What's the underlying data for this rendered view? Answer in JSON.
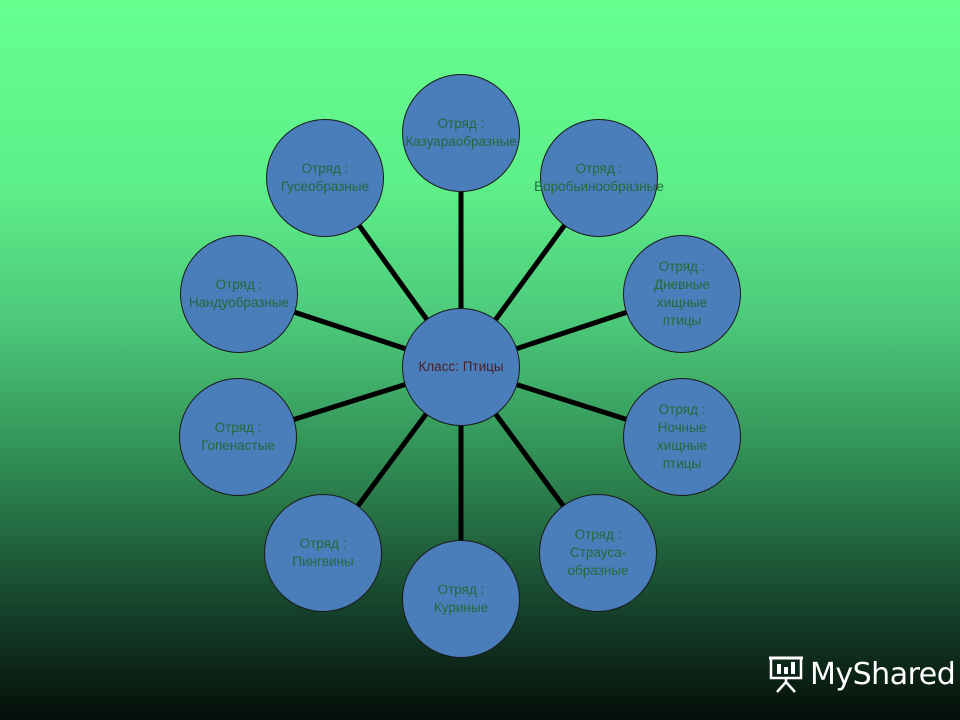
{
  "diagram": {
    "center": {
      "label": "Класс: Птицы"
    },
    "nodes": [
      {
        "label": "Отряд :\nКазуараобразные"
      },
      {
        "label": "Отряд :\nВоробьинообразные"
      },
      {
        "label": "Отряд :\nДневные\nхищные\nптицы"
      },
      {
        "label": "Отряд :\nНочные\nхищные\nптицы"
      },
      {
        "label": "Отряд :\nСтрауса-\nобразные"
      },
      {
        "label": "Отряд :\nКуриные"
      },
      {
        "label": "Отряд :\nПингвины"
      },
      {
        "label": "Отряд :\nГопенастые"
      },
      {
        "label": "Отряд :\nНандуобразные"
      },
      {
        "label": "Отряд :\nГусеобразные"
      }
    ],
    "colors": {
      "node_fill": "#4a7ebb",
      "node_text": "#1f6b3a",
      "connector": "#000000"
    }
  },
  "logo": {
    "text": "MyShared",
    "icon": "presentation-board-icon"
  }
}
